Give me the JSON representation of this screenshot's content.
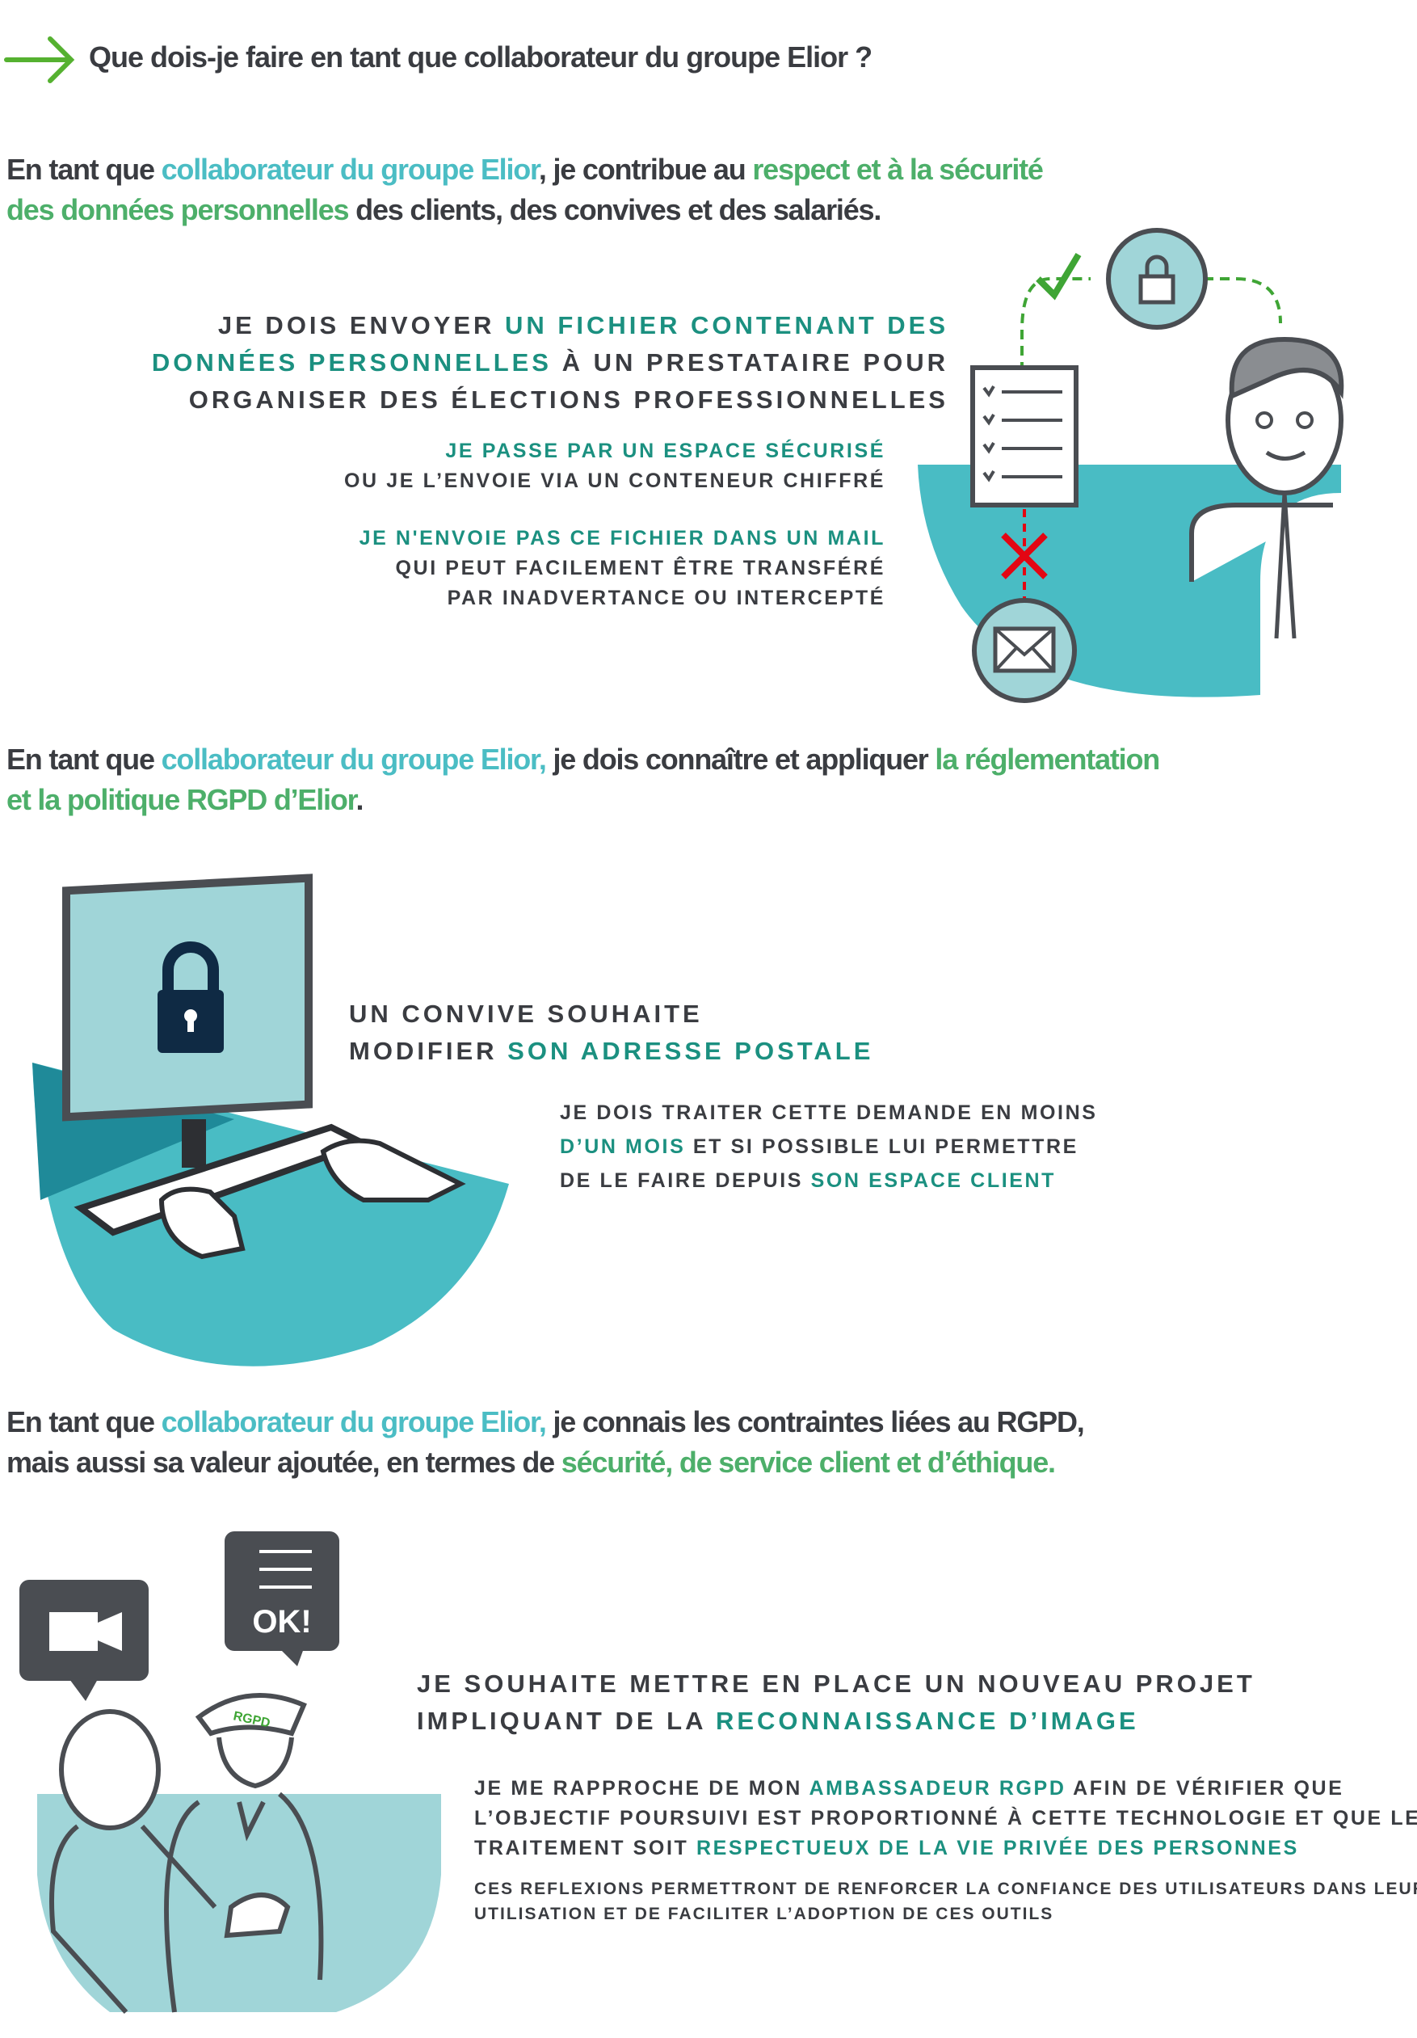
{
  "title": "Que dois-je faire en tant que collaborateur du groupe Elior ?",
  "colors": {
    "text": "#3a3c41",
    "cyan": "#4bbdc4",
    "green": "#4daf6a",
    "teal": "#1b9080",
    "arrow": "#55b130"
  },
  "para1": {
    "a": "En tant que ",
    "b": "collaborateur du groupe Elior",
    ",c": "",
    "c": ", je contribue au ",
    "d": "respect et à la sécurité",
    "e": "des données personnelles",
    "f": " des clients, des convives et des salariés."
  },
  "case1": {
    "h1a": "JE DOIS ENVOYER ",
    "h1b": "UN FICHIER CONTENANT DES",
    "h2a": "DONNÉES PERSONNELLES",
    "h2b": " À UN PRESTATAIRE POUR",
    "h3": "ORGANISER DES ÉLECTIONS PROFESSIONNELLES",
    "s1": "JE PASSE PAR UN ESPACE SÉCURISÉ",
    "s2": "OU JE L’ENVOIE VIA UN CONTENEUR CHIFFRÉ",
    "s3": "JE N'ENVOIE PAS CE FICHIER DANS UN MAIL",
    "s4": "QUI PEUT FACILEMENT ÊTRE TRANSFÉRÉ",
    "s5": "PAR INADVERTANCE OU INTERCEPTÉ"
  },
  "para2": {
    "a": "En tant que ",
    "b": "collaborateur du groupe Elior,",
    "c": " je dois connaître et appliquer ",
    "d": "la réglementation",
    "e": "et la politique RGPD d’Elior",
    "f": "."
  },
  "case2": {
    "h1": "UN CONVIVE SOUHAITE",
    "h2a": "MODIFIER ",
    "h2b": "SON ADRESSE POSTALE",
    "s1": "JE DOIS TRAITER CETTE DEMANDE EN MOINS",
    "s2a": "D’UN MOIS",
    "s2b": " ET SI POSSIBLE LUI PERMETTRE",
    "s3a": "DE LE FAIRE DEPUIS ",
    "s3b": "SON ESPACE CLIENT"
  },
  "para3": {
    "a": "En tant que ",
    "b": "collaborateur du groupe Elior,",
    "c": " je connais les contraintes liées au RGPD,",
    "d": "mais aussi sa valeur ajoutée, en termes de ",
    "e": "sécurité, de service client et d’éthique."
  },
  "case3": {
    "h1": "JE SOUHAITE METTRE EN PLACE UN NOUVEAU PROJET",
    "h2a": "IMPLIQUANT DE LA ",
    "h2b": "RECONNAISSANCE D’IMAGE",
    "s1a": "JE ME RAPPROCHE DE MON ",
    "s1b": "AMBASSADEUR RGPD",
    "s1c": " AFIN DE VÉRIFIER QUE",
    "s2": "L’OBJECTIF POURSUIVI EST PROPORTIONNÉ À CETTE TECHNOLOGIE ET QUE LE",
    "s3a": "TRAITEMENT SOIT ",
    "s3b": "RESPECTUEUX DE LA VIE PRIVÉE DES PERSONNES",
    "n1": "CES REFLEXIONS PERMETTRONT DE RENFORCER LA CONFIANCE DES UTILISATEURS DANS LEUR",
    "n2": "UTILISATION ET DE FACILITER L’ADOPTION DE CES OUTILS",
    "bubble": "OK!",
    "cap": "RGPD"
  }
}
